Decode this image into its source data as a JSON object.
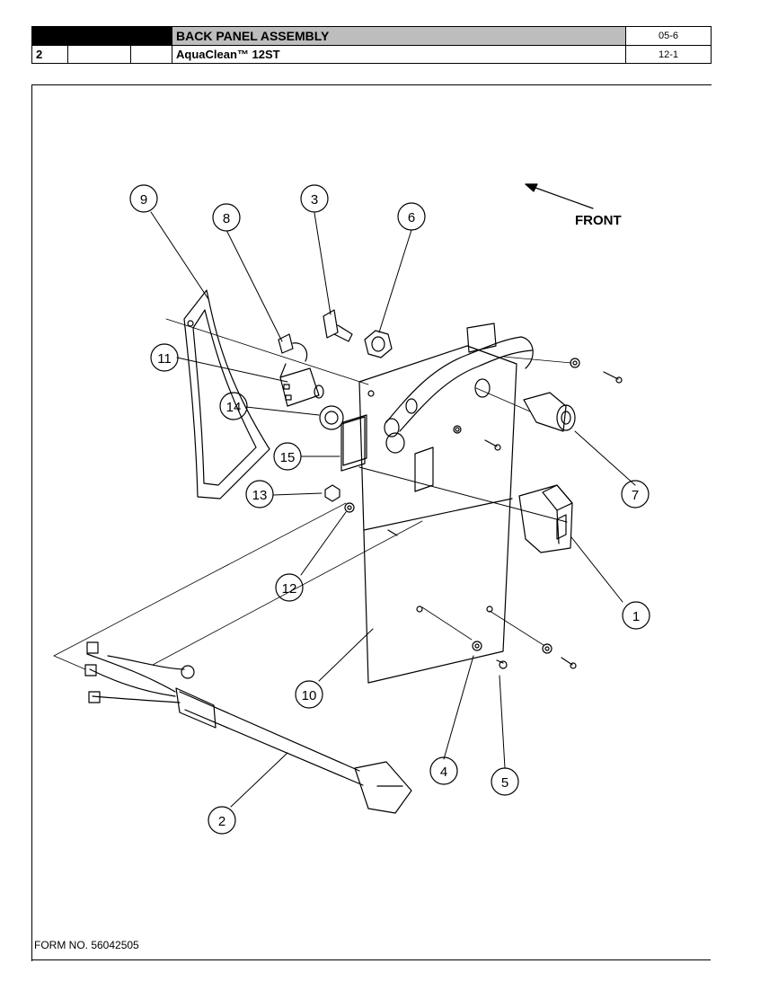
{
  "header": {
    "title": "BACK PANEL ASSEMBLY",
    "subtitle": "AquaClean™ 12ST",
    "page_num": "2",
    "rev_top": "05-6",
    "rev_bottom": "12-1"
  },
  "diagram": {
    "direction_label": "FRONT",
    "callouts": [
      "1",
      "2",
      "3",
      "4",
      "5",
      "6",
      "7",
      "8",
      "9",
      "10",
      "11",
      "12",
      "13",
      "14",
      "15"
    ]
  },
  "footer": {
    "form_no": "FORM NO. 56042505"
  }
}
